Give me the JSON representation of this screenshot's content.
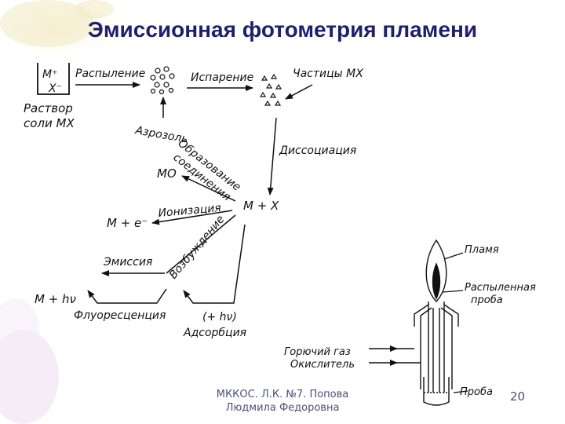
{
  "slide": {
    "title": "Эмиссионная фотометрия пламени",
    "footer_line1": "МККОС. Л.К. №7. Попова",
    "footer_line2": "Людмила Федоровна",
    "page_number": "20"
  },
  "diagram": {
    "beaker_cation": "M⁺",
    "beaker_anion": "X⁻",
    "solution_line1": "Раствор",
    "solution_line2": "соли MX",
    "spraying": "Распыление",
    "evaporation": "Испарение",
    "particles": "Частицы MX",
    "aerosol": "Азрозоль",
    "dissociation": "Диссоциация",
    "formation_line1": "Образование",
    "formation_line2": "соединения",
    "mo": "MO",
    "m_plus_x": "M + X",
    "ionization": "Ионизация",
    "m_e": "M + e⁻",
    "excitation": "Возбуждение",
    "emission": "Эмиссия",
    "m_hv": "M + hν",
    "fluorescence": "Флуоресценция",
    "plus_hv": "(+ hν)",
    "absorption": "Адсорбция"
  },
  "burner": {
    "flame": "Пламя",
    "sprayed_line1": "Распыленная",
    "sprayed_line2": "проба",
    "fuel_gas": "Горючий газ",
    "oxidizer": "Окислитель",
    "sample": "Проба"
  }
}
